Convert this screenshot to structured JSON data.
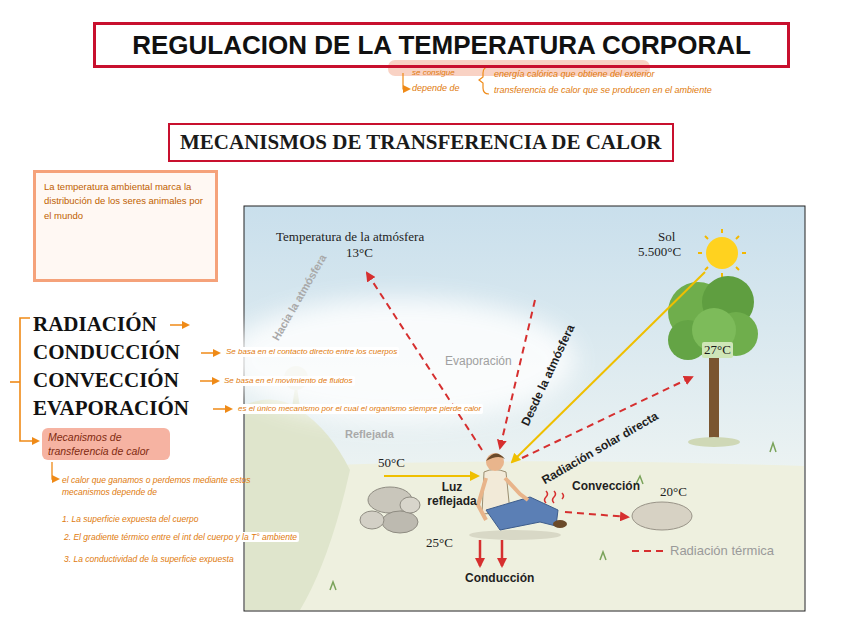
{
  "diagram": {
    "title": "REGULACION DE LA TEMPERATURA CORPORAL",
    "nodes": [
      {
        "text": [
          "MECANISMOS DE TRANSFERENCIA DE CALOR"
        ]
      },
      {
        "text": [
          "La temperatura ambiental marca la distribución de los seres animales por el mundo"
        ]
      },
      {
        "text": [
          "Mecanismos de transferencia de calor"
        ]
      }
    ],
    "labels": [
      "se consigue",
      "depende de",
      "energía calórica que obtiene del exterior",
      "transferencia de calor que se producen en el ambiente",
      "RADIACIÓN",
      "CONDUCCIÓN",
      "CONVECCIÓN",
      "EVAPORACIÓN",
      "Se basa en el contacto directo entre los cuerpos",
      "Se basa en el movimiento de fluidos",
      "es el único mecanismo por el cual el organismo siempre pierde calor",
      "el calor que ganamos o perdemos mediante estos mecanismos depende de",
      "1. La superficie expuesta del cuerpo",
      "2. El gradiente térmico entre el int del cuerpo y la T° ambiente",
      "3. La conductividad de la superficie expuesta",
      "Temperatura de la atmósfera",
      "13°C",
      "Sol",
      "5.500°C",
      "27°C",
      "Hacia la atmósfera",
      "Reflejada",
      "Evaporación",
      "Desde la atmósfera",
      "Radiación solar directa",
      "50°C",
      "Luz reflejada",
      "Convección",
      "20°C",
      "25°C",
      "Conducción"
    ],
    "legend": [
      {
        "text": "Radiación térmica"
      }
    ]
  }
}
